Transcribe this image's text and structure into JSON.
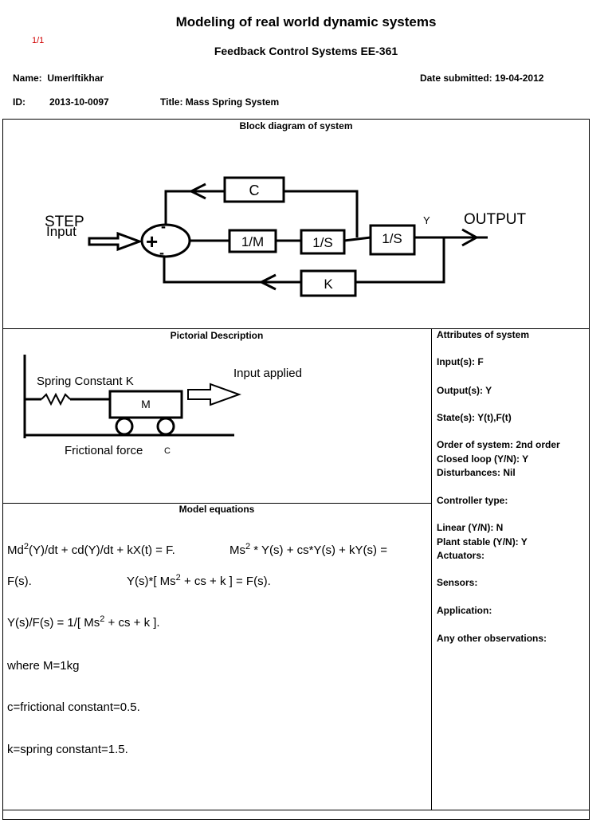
{
  "header": {
    "title": "Modeling of real world dynamic systems",
    "page_counter": "1/1",
    "subtitle": "Feedback Control Systems EE-361",
    "name_label": "Name:",
    "name_value": "UmerIftikhar",
    "date_label": "Date submitted:",
    "date_value": "19-04-2012",
    "id_label": "ID:",
    "id_value": "2013-10-0097",
    "title_label": "Title:",
    "title_value": "Mass Spring System"
  },
  "block_diagram": {
    "heading": "Block diagram of system",
    "blocks": {
      "c": "C",
      "m": "1/M",
      "s1": "1/S",
      "s2": "1/S",
      "k": "K"
    },
    "input_label_1": "STEP",
    "input_label_2": "Input",
    "output_label": "OUTPUT",
    "y_label": "Y",
    "sum_signs": {
      "plus": "+",
      "top": "-",
      "bottom": "-"
    }
  },
  "pictorial": {
    "heading": "Pictorial Description",
    "spring_label": "Spring Constant K",
    "mass_label": "M",
    "input_label": "Input applied",
    "friction_label": "Frictional force",
    "friction_symbol": "C"
  },
  "attributes": {
    "heading": "Attributes of system",
    "items": [
      "Input(s): F",
      "Output(s): Y",
      "State(s): Y(t),F(t)",
      "Order of system: 2nd order",
      "Closed loop (Y/N): Y",
      "Disturbances: Nil",
      "Controller type:",
      "Linear (Y/N): N",
      "Plant stable (Y/N): Y",
      "Actuators:",
      "Sensors:",
      "Application:",
      "Any other observations:"
    ]
  },
  "model": {
    "heading": "Model equations",
    "eq1_a": "Md",
    "eq1_sup": "2",
    "eq1_b": "(Y)/dt + cd(Y)/dt + kX(t) = F.",
    "eq2_a": "Ms",
    "eq2_sup": "2",
    "eq2_b": " * Y(s) + cs*Y(s) + kY(s) =",
    "eq3": "F(s).",
    "eq4_a": "Y(s)*[ Ms",
    "eq4_sup": "2",
    "eq4_b": " + cs + k ] = F(s).",
    "eq5_a": "Y(s)/F(s) = 1/[ Ms",
    "eq5_sup": "2",
    "eq5_b": " + cs + k ].",
    "eq6": "where M=1kg",
    "eq7": "c=frictional constant=0.5.",
    "eq8": "k=spring constant=1.5."
  }
}
